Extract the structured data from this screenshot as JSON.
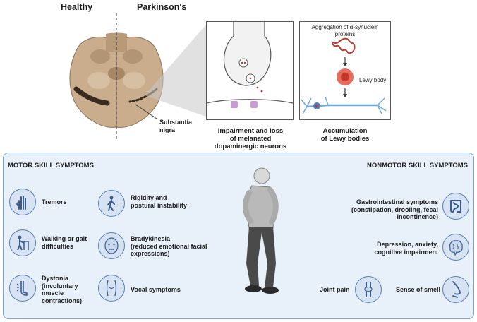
{
  "top": {
    "label_healthy": "Healthy",
    "label_parkinsons": "Parkinson's",
    "label_substantia_nigra": "Substantia\nnigra",
    "caption_neurons": "Impairment and loss\nof melanated\ndopaminergic neurons",
    "caption_lewy": "Accumulation\nof Lewy bodies",
    "aggregation_text": "Aggregation of α-synuclein\nproteins",
    "lewy_body_label": "Lewy body"
  },
  "motor": {
    "title": "MOTOR SKILL SYMPTOMS",
    "items": [
      {
        "label": "Tremors",
        "icon": "hand-tremor-icon"
      },
      {
        "label": "Walking or gait\ndifficulties",
        "icon": "walker-icon"
      },
      {
        "label": "Dystonia\n(involuntary\nmuscle\ncontractions)",
        "icon": "leg-cramp-icon"
      },
      {
        "label": "Rigidity and\npostural instability",
        "icon": "stooped-person-icon"
      },
      {
        "label": "Bradykinesia\n(reduced emotional facial\nexpressions)",
        "icon": "face-icon"
      },
      {
        "label": "Vocal symptoms",
        "icon": "throat-icon"
      }
    ]
  },
  "nonmotor": {
    "title": "NONMOTOR SKILL SYMPTOMS",
    "items": [
      {
        "label": "Gastrointestinal symptoms\n(constipation, drooling, fecal\nincontinence)",
        "icon": "intestine-icon"
      },
      {
        "label": "Depression, anxiety,\ncognitive impairment",
        "icon": "brain-icon"
      },
      {
        "label": "Joint pain",
        "icon": "knee-joint-icon"
      },
      {
        "label": "Sense of smell",
        "icon": "nose-icon"
      }
    ]
  },
  "colors": {
    "panel_bg": "#e8f0f9",
    "panel_border": "#7aa0cf",
    "icon_bg": "#d7e3f2",
    "icon_border": "#5a7fb5",
    "midbrain": "#c9ad8c",
    "nigra": "#3a2a20"
  }
}
